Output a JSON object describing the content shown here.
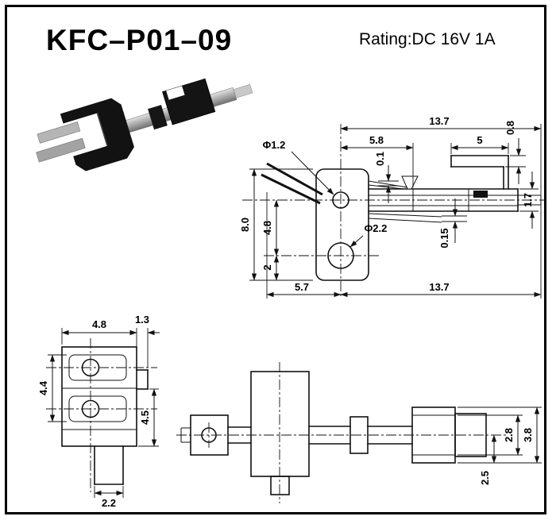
{
  "page": {
    "title": "KFC–P01–09",
    "rating": "Rating:DC 16V 1A",
    "colors": {
      "frame": "#000000",
      "lines": "#111111",
      "background": "#ffffff",
      "product_body": "#141414",
      "product_metal": "#b5b5b5"
    }
  },
  "views": {
    "side": {
      "dims": {
        "overall_length_top": "13.7",
        "hole_offset": "5.8",
        "terminal_length": "5",
        "terminal_thickness": "0.8",
        "contact_gap": "0.1",
        "small_hole": "Φ1.2",
        "large_hole": "Φ2.2",
        "body_height": "8.0",
        "axis_to_hole": "4.8",
        "hole_to_bottom": "2",
        "contact_travel": "0.15",
        "end_height": "1.7",
        "tip_to_hole": "5.7",
        "overall_length_bottom": "13.7"
      }
    },
    "front": {
      "dims": {
        "body_width": "4.8",
        "tab_width": "1.3",
        "slot_span": "4.4",
        "side_height": "4.5",
        "stem_width": "2.2"
      }
    },
    "plan": {
      "dims": {
        "end_inner_height": "2.8",
        "end_outer_height": "3.8",
        "stub_depth": "2.5"
      }
    }
  }
}
